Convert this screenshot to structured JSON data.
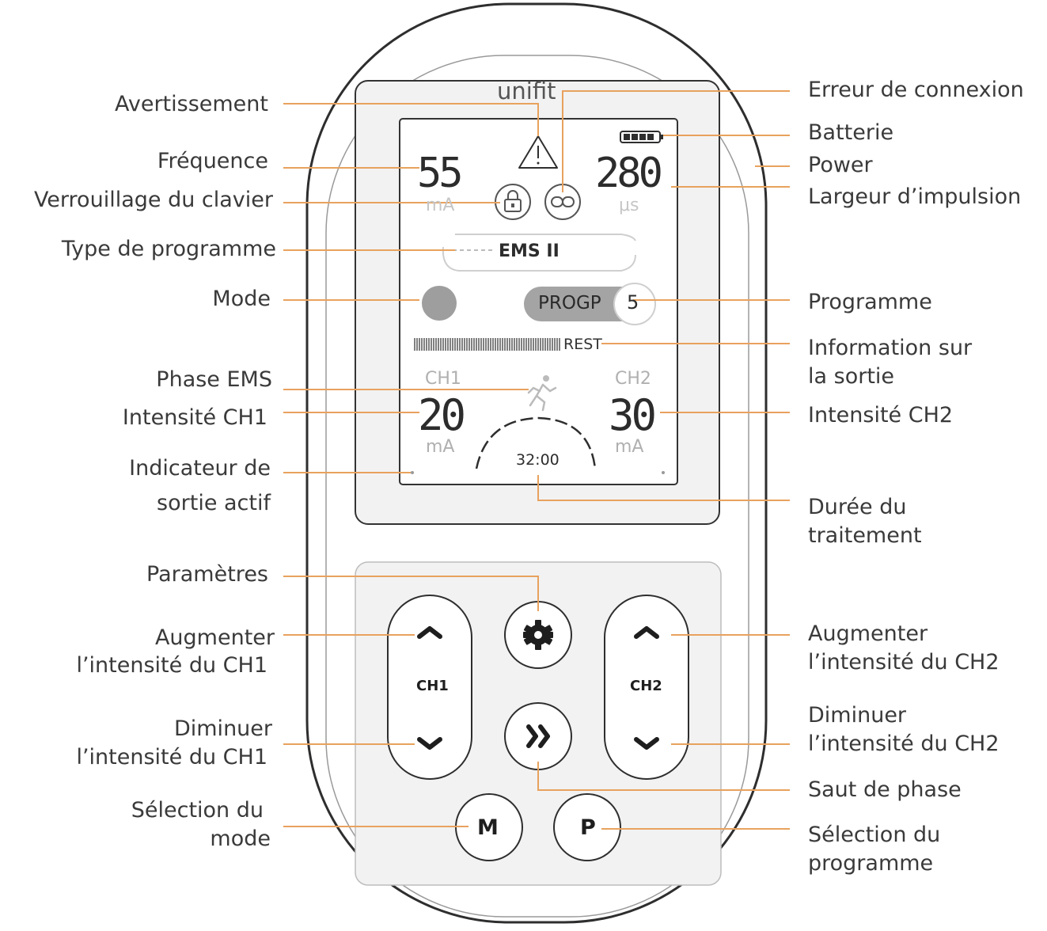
{
  "brand": "unifit",
  "display": {
    "frequency_value": "55",
    "frequency_unit": "mA",
    "pulse_width_value": "280",
    "pulse_width_unit": "μs",
    "program_type": "EMS II",
    "program_label": "PROGP",
    "program_number": "5",
    "output_info": "REST",
    "ch1_label": "CH1",
    "ch2_label": "CH2",
    "ch1_value": "20",
    "ch2_value": "30",
    "ch1_unit": "mA",
    "ch2_unit": "mA",
    "timer": "32:00"
  },
  "buttons": {
    "ch1": "CH1",
    "ch2": "CH2",
    "mode": "M",
    "program": "P"
  },
  "labels_left": {
    "warning": "Avertissement",
    "frequency": "Fréquence",
    "keypad_lock": "Verrouillage du clavier",
    "program_type": "Type de programme",
    "mode": "Mode",
    "ems_phase": "Phase EMS",
    "ch1_intensity": "Intensité CH1",
    "active_output_1": "Indicateur de",
    "active_output_2": "sortie actif",
    "settings": "Paramètres",
    "ch1_up_1": "Augmenter",
    "ch1_up_2": "l’intensité du CH1",
    "ch1_down_1": "Diminuer",
    "ch1_down_2": "l’intensité du CH1",
    "mode_select_1": "Sélection du",
    "mode_select_2": "mode"
  },
  "labels_right": {
    "connection_error": "Erreur de connexion",
    "battery": "Batterie",
    "power": "Power",
    "pulse_width": "Largeur d’impulsion",
    "program": "Programme",
    "output_info_1": "Information sur",
    "output_info_2": "la sortie",
    "ch2_intensity": "Intensité CH2",
    "duration_1": "Durée du",
    "duration_2": "traitement",
    "ch2_up_1": "Augmenter",
    "ch2_up_2": "l’intensité du CH2",
    "ch2_down_1": "Diminuer",
    "ch2_down_2": "l’intensité du CH2",
    "phase_skip": "Saut de phase",
    "program_select_1": "Sélection du",
    "program_select_2": "programme"
  },
  "colors": {
    "leader": "#e8a25e",
    "outline": "#2e2e2e",
    "lcd_bg": "#ffffff",
    "panel_bg": "#f2f2f2",
    "mode_dot": "#9e9e9e",
    "toggle": "#a4a4a4"
  }
}
